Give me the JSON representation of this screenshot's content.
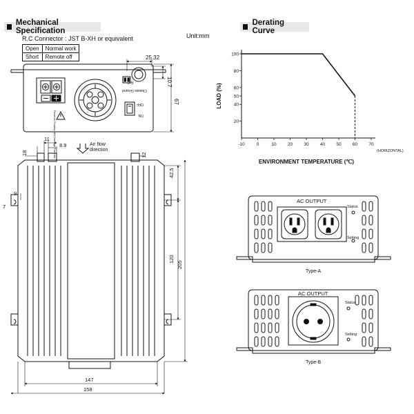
{
  "mech": {
    "title": "Mechanical Specification",
    "unit": "Unit:mm",
    "rc_connector": "R.C Connector : JST B-XH or equivalent",
    "rc_table": [
      [
        "Open",
        "Normal work"
      ],
      [
        "Short",
        "Remote off"
      ]
    ],
    "front_dims": {
      "d1": "25.32",
      "d2": "10.7",
      "d3": "67"
    },
    "rc_label": "R.C",
    "ground_label": "Chassis Ground",
    "off_label": "OFF",
    "on_label": "ON",
    "warning_label": "Reverse Polarity Will Damage The Unit",
    "top_dims": {
      "d18": "18",
      "d11": "11",
      "d89": "8.9",
      "d12": "12",
      "d9": "9",
      "d7": "7",
      "d425": "42.5",
      "d120": "120",
      "d205": "205",
      "d147": "147",
      "d158": "158"
    },
    "airflow": "Air flow direction"
  },
  "derating": {
    "title": "Derating Curve",
    "chart_data": {
      "type": "line",
      "xlabel": "ENVIRONMENT TEMPERATURE (℃)",
      "ylabel": "LOAD (%)",
      "x_note": "(HORIZONTAL)",
      "x_ticks": [
        -10,
        0,
        10,
        20,
        30,
        40,
        50,
        60,
        70
      ],
      "y_ticks": [
        20,
        40,
        50,
        60,
        80,
        100
      ],
      "xlim": [
        -10,
        70
      ],
      "ylim": [
        0,
        100
      ],
      "grid": false,
      "series": [
        {
          "x": [
            -10,
            40,
            60
          ],
          "y": [
            100,
            100,
            50
          ],
          "style": "solid"
        },
        {
          "x": [
            60,
            60
          ],
          "y": [
            50,
            0
          ],
          "style": "dashed"
        }
      ]
    }
  },
  "type_a": {
    "ac_output": "AC OUTPUT",
    "status": "Status",
    "setting": "Setting",
    "caption": "Type-A"
  },
  "type_b": {
    "ac_output": "AC OUTPUT",
    "status": "Status",
    "setting": "Setting",
    "caption": "Type-B"
  }
}
